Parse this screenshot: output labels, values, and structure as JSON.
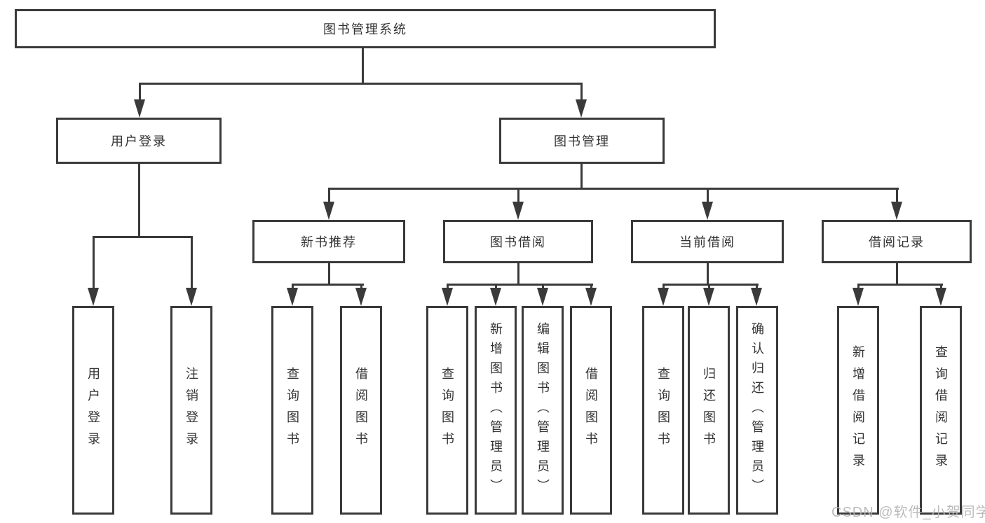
{
  "nodes": {
    "root": "图书管理系统",
    "user_login": "用户登录",
    "book_management": "图书管理",
    "new_book_recommendation": "新书推荐",
    "book_borrowing": "图书借阅",
    "current_borrowing": "当前借阅",
    "borrowing_records": "借阅记录"
  },
  "leaves": {
    "user_login": [
      "用户登录",
      "注销登录"
    ],
    "new_book_recommendation": [
      "查询图书",
      "借阅图书"
    ],
    "book_borrowing": [
      "查询图书",
      "新增图书（管理员）",
      "编辑图书（管理员）",
      "借阅图书"
    ],
    "current_borrowing": [
      "查询图书",
      "归还图书",
      "确认归还（管理员）"
    ],
    "borrowing_records": [
      "新增借阅记录",
      "查询借阅记录"
    ]
  },
  "watermark": "CSDN @软件_小贺同学",
  "colors": {
    "line": "#3a3a3a",
    "text": "#333333",
    "watermark": "#b5b5b5",
    "background": "#ffffff"
  }
}
